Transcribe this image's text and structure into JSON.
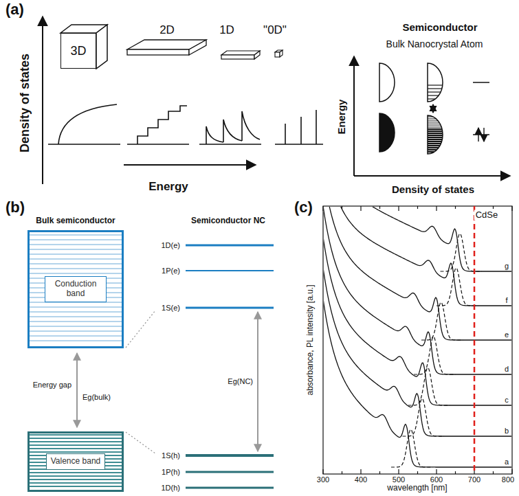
{
  "diagram": {
    "nodes": [
      {
        "text": [
          "3D"
        ]
      },
      {
        "text": [
          "Conduction band"
        ]
      },
      {
        "text": [
          "Valence band"
        ]
      }
    ],
    "labels": [
      "(a)",
      "Density of states",
      "2D",
      "1D",
      "\"0D\"",
      "Energy",
      "Semiconductor",
      "Bulk Nanocrystal Atom",
      "Energy",
      "Density of states",
      "(b)",
      "Bulk semiconductor",
      "Semiconductor NC",
      "Energy gap",
      "Eg(bulk)",
      "1D(e)",
      "1P(e)",
      "1S(e)",
      "Eg(NC)",
      "1S(h)",
      "1P(h)",
      "1D(h)",
      "(c)",
      "CdSe",
      "absorbance, PL intensity [a.u.]",
      "300",
      "400",
      "500",
      "600",
      "700",
      "800",
      "wavelength [nm]",
      "g",
      "f",
      "e",
      "d",
      "c",
      "b",
      "a"
    ]
  }
}
